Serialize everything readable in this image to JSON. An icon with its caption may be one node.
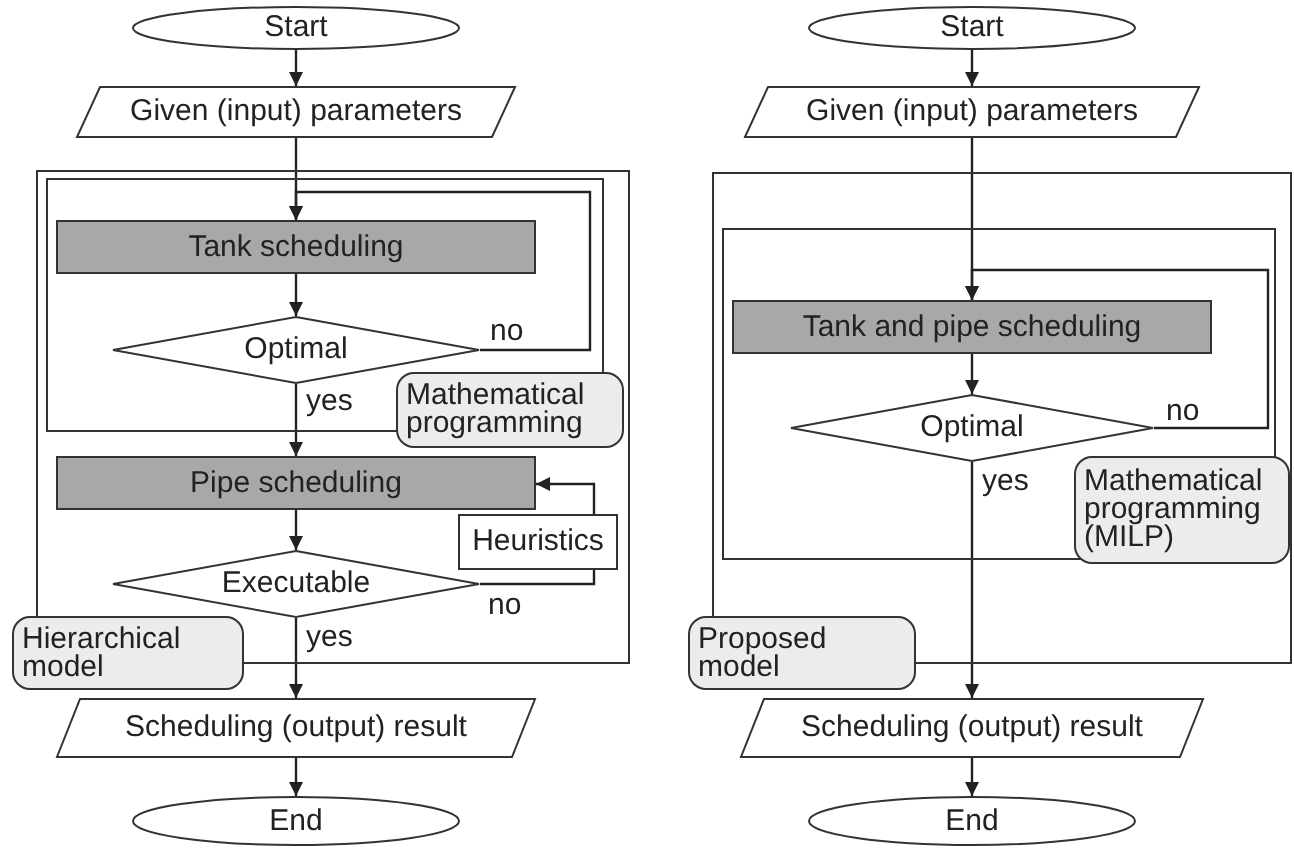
{
  "diagram": {
    "nodes": [
      {
        "text": [
          "Start"
        ]
      },
      {
        "text": [
          "Given (input) parameters"
        ]
      },
      {
        "text": [],
        "shape": "box"
      },
      {
        "text": [],
        "shape": "box",
        "in": 2
      },
      {
        "text": [
          "Tank scheduling"
        ],
        "in": 3
      },
      {
        "text": [
          "Optimal"
        ],
        "in": 3
      },
      {
        "text": [
          "Mathematical programming"
        ],
        "in": 2
      },
      {
        "text": [
          "Pipe scheduling"
        ],
        "in": 2
      },
      {
        "text": [
          "Heuristics"
        ],
        "in": 2
      },
      {
        "text": [
          "Executable"
        ],
        "in": 2
      },
      {
        "text": [
          "Hierarchical model"
        ]
      },
      {
        "text": [
          "Scheduling (output) result"
        ]
      },
      {
        "text": [
          "End"
        ]
      },
      {
        "text": [
          "Start"
        ]
      },
      {
        "text": [
          "Given (input) parameters"
        ]
      },
      {
        "text": [],
        "shape": "box"
      },
      {
        "text": [],
        "shape": "box",
        "in": 15
      },
      {
        "text": [
          "Tank and pipe scheduling"
        ],
        "in": 16
      },
      {
        "text": [
          "Optimal"
        ],
        "in": 16
      },
      {
        "text": [
          "Mathematical programming (MILP)"
        ],
        "in": 15
      },
      {
        "text": [
          "Proposed model"
        ]
      },
      {
        "text": [
          "Scheduling (output) result"
        ]
      },
      {
        "text": [
          "End"
        ]
      }
    ],
    "edges": [
      {
        "from": 0,
        "to": 1,
        "arrow": "to"
      },
      {
        "from": 1,
        "to": 4,
        "arrow": "to"
      },
      {
        "from": 4,
        "to": 5,
        "arrow": "to"
      },
      {
        "from": 5,
        "to": 4,
        "arrow": "to",
        "label": "no"
      },
      {
        "from": 5,
        "to": 7,
        "arrow": "to",
        "label": "yes"
      },
      {
        "from": 7,
        "to": 9,
        "arrow": "to"
      },
      {
        "from": 9,
        "to": 8,
        "arrow": "none",
        "label": "no"
      },
      {
        "from": 8,
        "to": 7,
        "arrow": "to"
      },
      {
        "from": 9,
        "to": 11,
        "arrow": "to",
        "label": "yes"
      },
      {
        "from": 11,
        "to": 12,
        "arrow": "to"
      },
      {
        "from": 13,
        "to": 14,
        "arrow": "to"
      },
      {
        "from": 14,
        "to": 17,
        "arrow": "to"
      },
      {
        "from": 17,
        "to": 18,
        "arrow": "to"
      },
      {
        "from": 18,
        "to": 17,
        "arrow": "to",
        "label": "no"
      },
      {
        "from": 18,
        "to": 21,
        "arrow": "to",
        "label": "yes"
      },
      {
        "from": 21,
        "to": 22,
        "arrow": "to"
      }
    ]
  }
}
